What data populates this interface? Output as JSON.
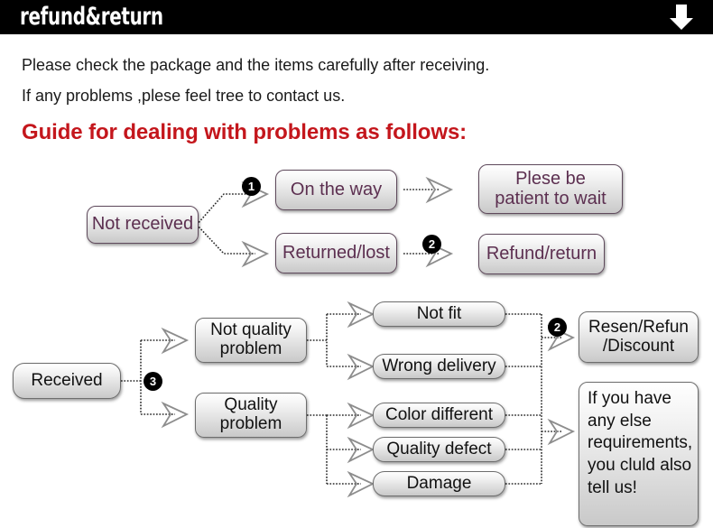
{
  "header": {
    "title": "refund&return",
    "arrow_icon": "arrow-down-icon",
    "background": "#000000",
    "text_color": "#ffffff"
  },
  "intro": {
    "line1": "Please check the package and the items carefully after receiving.",
    "line2": "If any problems ,plese feel tree to contact us.",
    "guide_heading": "Guide for dealing with problems as follows:",
    "guide_color": "#c4161c"
  },
  "flow_not_received": {
    "root": "Not received",
    "branches": [
      {
        "badge": "1",
        "status": "On the way",
        "result": "Plese be\npatient to wait"
      },
      {
        "badge": "2",
        "status": "Returned/lost",
        "result": "Refund/return"
      }
    ],
    "status_on_the_way": "On the way",
    "status_returned_lost": "Returned/lost",
    "result_wait": "Plese be",
    "result_wait2": "patient to wait",
    "result_refund": "Refund/return",
    "badge_1": "1",
    "badge_2": "2",
    "text_color": "#5c2f50"
  },
  "flow_received": {
    "root": "Received",
    "badge_3": "3",
    "badge_2": "2",
    "cat_not_quality": "Not quality",
    "cat_not_quality2": "problem",
    "cat_quality": "Quality",
    "cat_quality2": "problem",
    "issues": [
      "Not fit",
      "Wrong delivery",
      "Color different",
      "Quality defect",
      "Damage"
    ],
    "issue_not_fit": "Not fit",
    "issue_wrong_delivery": "Wrong delivery",
    "issue_color_different": "Color different",
    "issue_quality_defect": "Quality defect",
    "issue_damage": "Damage",
    "outcome_resend": "Resen/Refun",
    "outcome_resend2": "/Discount",
    "note_lines": [
      "If you have",
      "any else",
      "requirements,",
      "you cluld also",
      "tell us!"
    ],
    "text_color": "#111111"
  }
}
